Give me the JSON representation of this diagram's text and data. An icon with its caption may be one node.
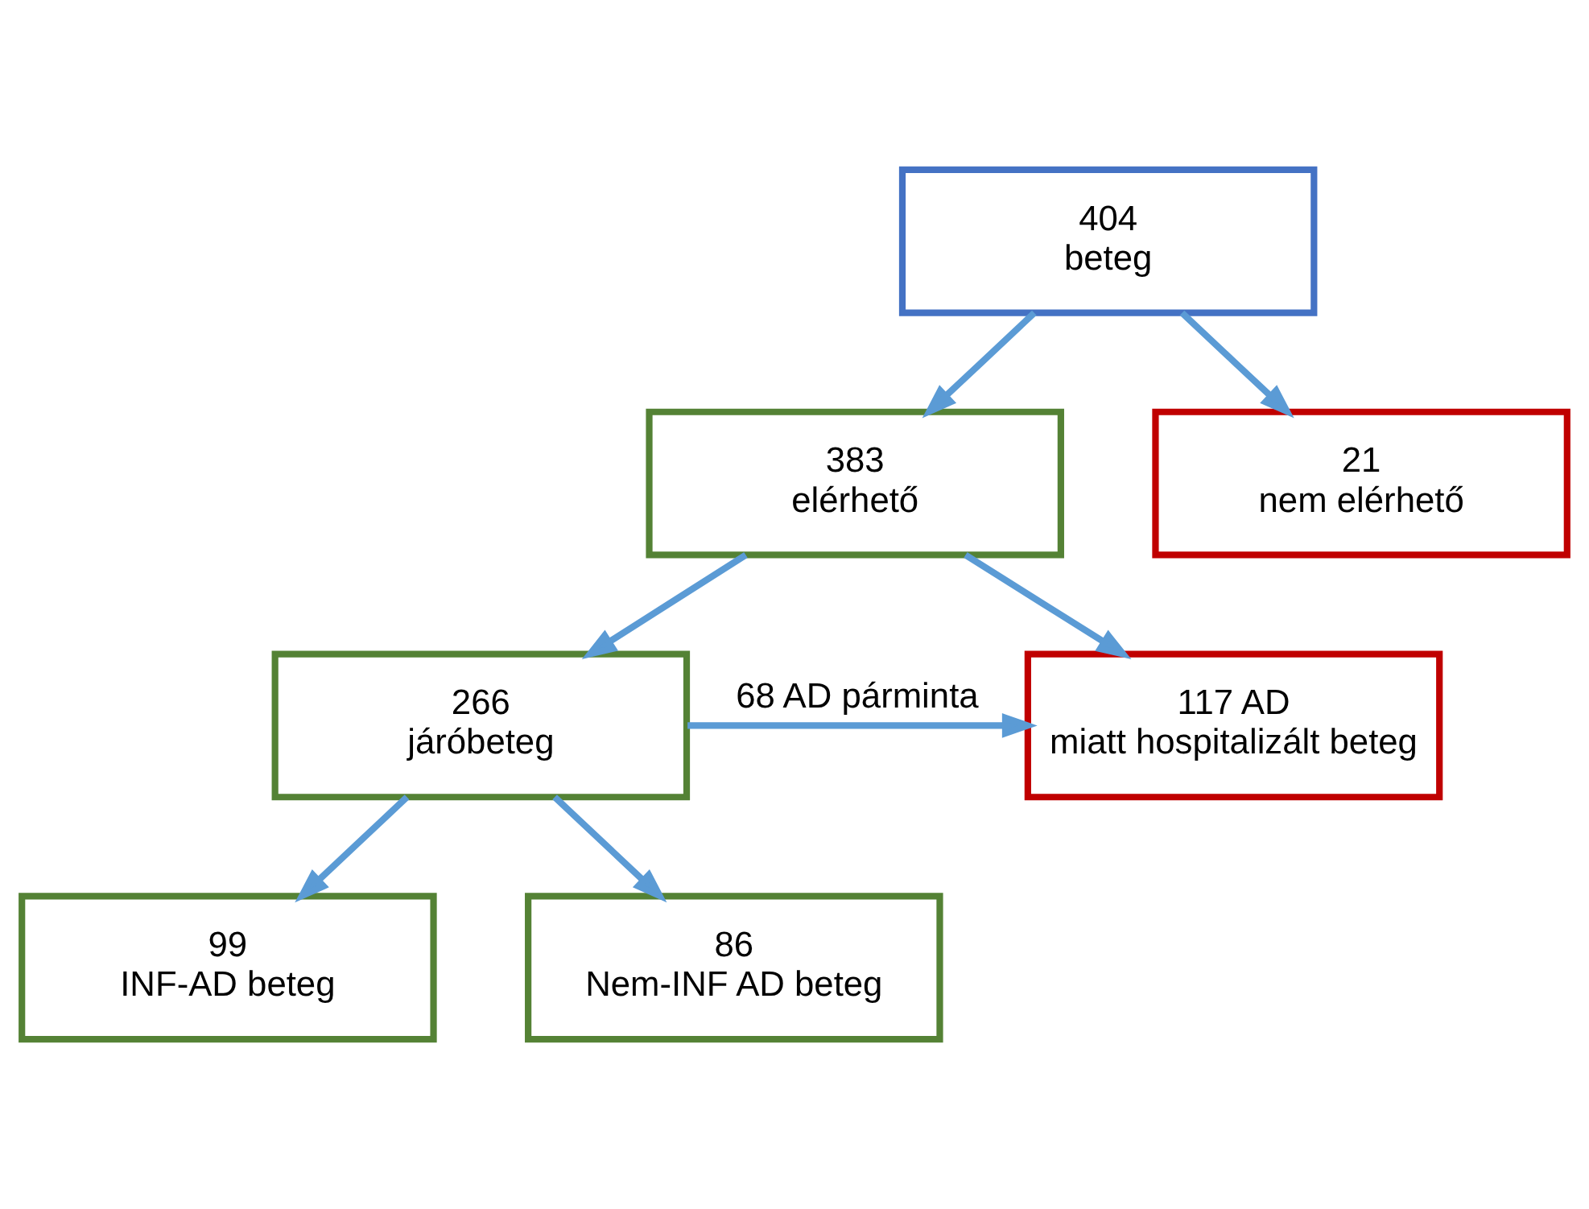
{
  "diagram": {
    "nodes": [
      {
        "text": [
          "404 beteg"
        ]
      },
      {
        "text": [
          "383 elérhető"
        ]
      },
      {
        "text": [
          "21 nem elérhető"
        ]
      },
      {
        "text": [
          "266 járóbeteg"
        ]
      },
      {
        "text": [
          "117 AD miatt hospitalizált beteg"
        ]
      },
      {
        "text": [
          "99 INF-AD beteg"
        ]
      },
      {
        "text": [
          "86 Nem-INF AD beteg"
        ]
      }
    ],
    "edges": [
      {
        "from": 0,
        "to": 1,
        "arrow": "to"
      },
      {
        "from": 0,
        "to": 2,
        "arrow": "to"
      },
      {
        "from": 1,
        "to": 3,
        "arrow": "to"
      },
      {
        "from": 1,
        "to": 4,
        "arrow": "to"
      },
      {
        "from": 3,
        "to": 4,
        "arrow": "to",
        "label": "68 AD párminta"
      },
      {
        "from": 3,
        "to": 5,
        "arrow": "to"
      },
      {
        "from": 3,
        "to": 6,
        "arrow": "to"
      }
    ]
  }
}
